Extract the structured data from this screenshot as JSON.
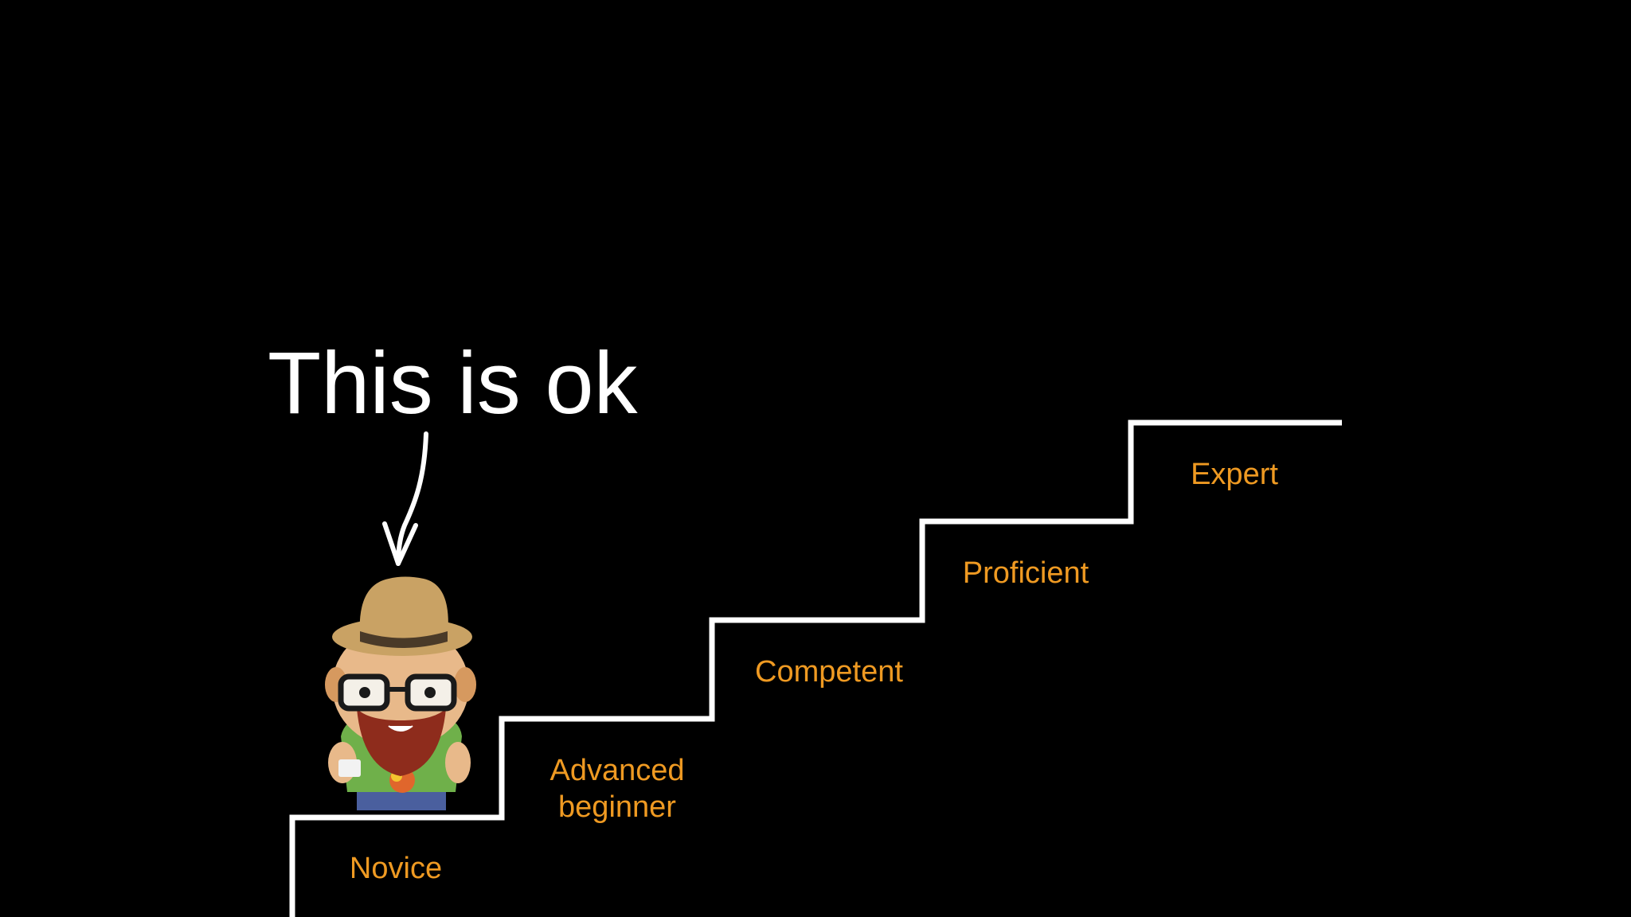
{
  "slide": {
    "headline": "This is ok",
    "stages": [
      {
        "id": "novice",
        "lines": [
          "Novice"
        ]
      },
      {
        "id": "advanced-beginner",
        "lines": [
          "Advanced",
          "beginner"
        ]
      },
      {
        "id": "competent",
        "lines": [
          "Competent"
        ]
      },
      {
        "id": "proficient",
        "lines": [
          "Proficient"
        ]
      },
      {
        "id": "expert",
        "lines": [
          "Expert"
        ]
      }
    ],
    "character_stage": "novice",
    "colors": {
      "background": "#000000",
      "headline": "#ffffff",
      "stair_line": "#ffffff",
      "stage_label": "#ef9a22"
    }
  }
}
